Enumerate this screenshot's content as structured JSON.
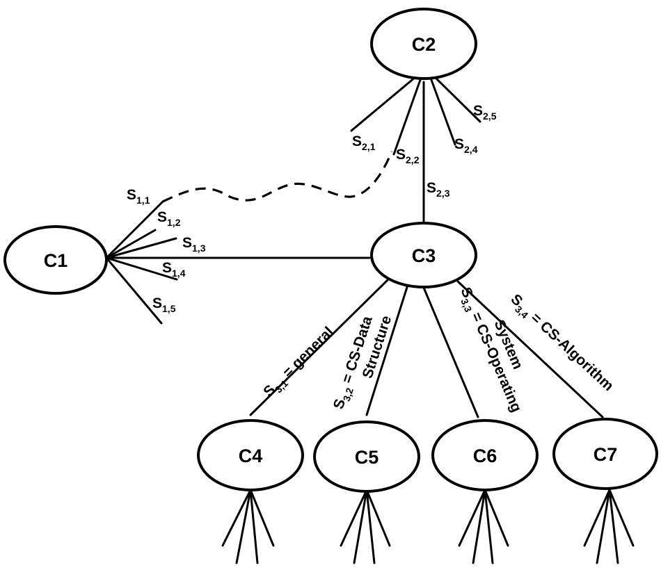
{
  "nodes": {
    "c1": "C1",
    "c2": "C2",
    "c3": "C3",
    "c4": "C4",
    "c5": "C5",
    "c6": "C6",
    "c7": "C7"
  },
  "session_labels": {
    "s11": {
      "main": "S",
      "sub": "1,1"
    },
    "s12": {
      "main": "S",
      "sub": "1,2"
    },
    "s13": {
      "main": "S",
      "sub": "1,3"
    },
    "s14": {
      "main": "S",
      "sub": "1,4"
    },
    "s15": {
      "main": "S",
      "sub": "1,5"
    },
    "s21": {
      "main": "S",
      "sub": "2,1"
    },
    "s22": {
      "main": "S",
      "sub": "2,2"
    },
    "s23": {
      "main": "S",
      "sub": "2,3"
    },
    "s24": {
      "main": "S",
      "sub": "2,4"
    },
    "s25": {
      "main": "S",
      "sub": "2,5"
    },
    "s31": {
      "main": "S",
      "sub": "3,1",
      "text": " = general"
    },
    "s32": {
      "main": "S",
      "sub": "3,2",
      "text": " =  CS-Data",
      "line2": "Structure"
    },
    "s33": {
      "main": "S",
      "sub": "3,3",
      "text": " = CS-Operating",
      "line2": "System"
    },
    "s34": {
      "main": "S",
      "sub": "3,4",
      "text": " = CS-Algorithm"
    }
  }
}
